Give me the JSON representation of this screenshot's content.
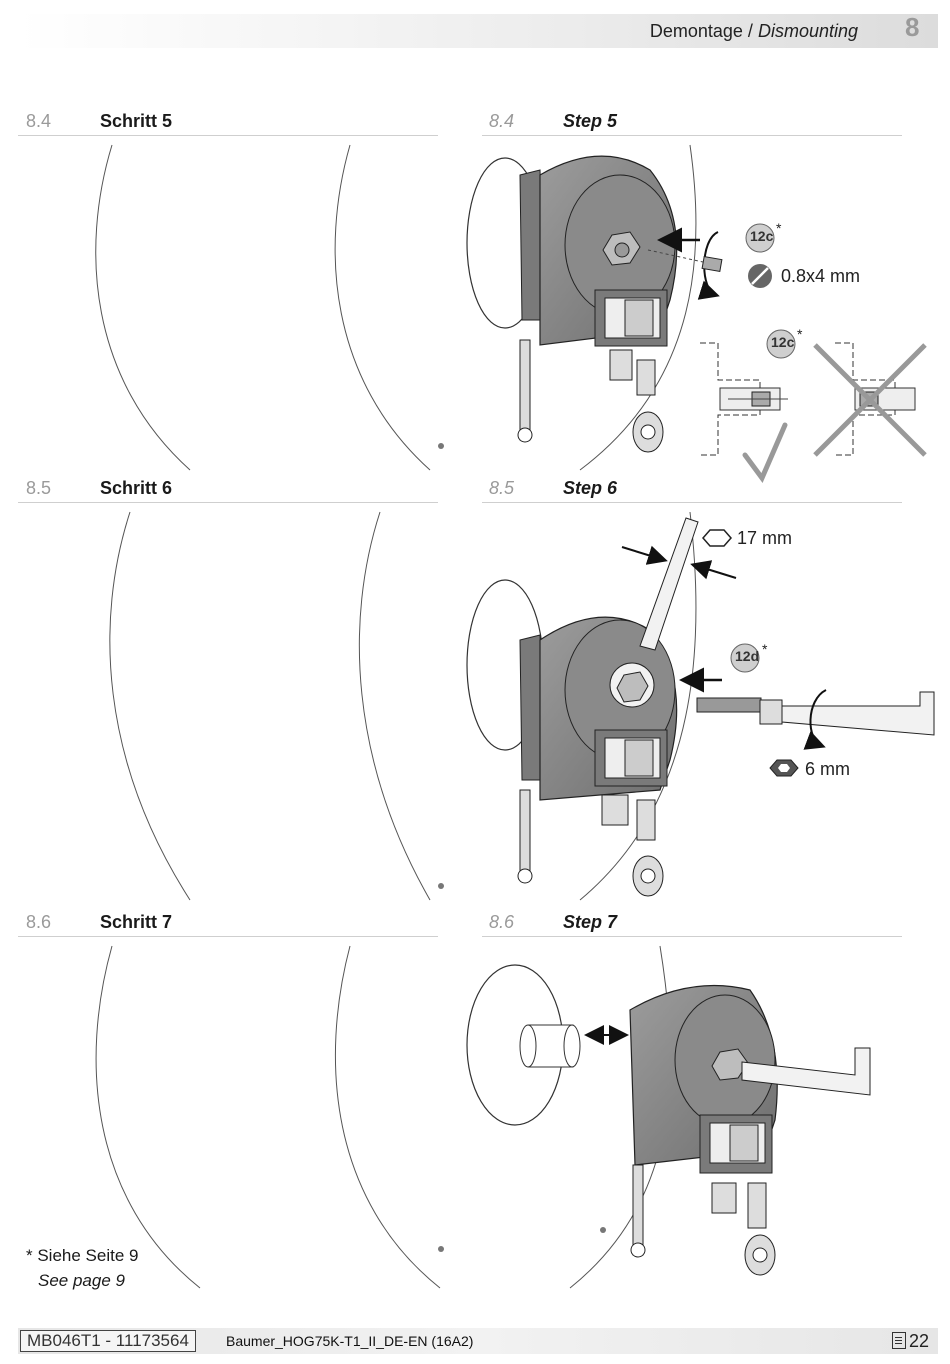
{
  "header": {
    "title_de": "Demontage /",
    "title_en": "Dismounting",
    "chapter": "8"
  },
  "sections": [
    {
      "num_de": "8.4",
      "title_de": "Schritt 5",
      "num_en": "8.4",
      "title_en": "Step 5"
    },
    {
      "num_de": "8.5",
      "title_de": "Schritt 6",
      "num_en": "8.5",
      "title_en": "Step 6"
    },
    {
      "num_de": "8.6",
      "title_de": "Schritt 7",
      "num_en": "8.6",
      "title_en": "Step 7"
    }
  ],
  "step5": {
    "callout": "12c",
    "callout_detail": "12c",
    "star": "*",
    "dimension": "0.8x4 mm"
  },
  "step6": {
    "wrench_size": "17 mm",
    "callout": "12d",
    "star": "*",
    "hex_key_size": "6 mm"
  },
  "note": {
    "de": "* Siehe Seite 9",
    "en": "See page 9"
  },
  "footer": {
    "doc_code": "MB046T1 - 11173564",
    "doc_name": "Baumer_HOG75K-T1_II_DE-EN (16A2)",
    "page": "22"
  }
}
